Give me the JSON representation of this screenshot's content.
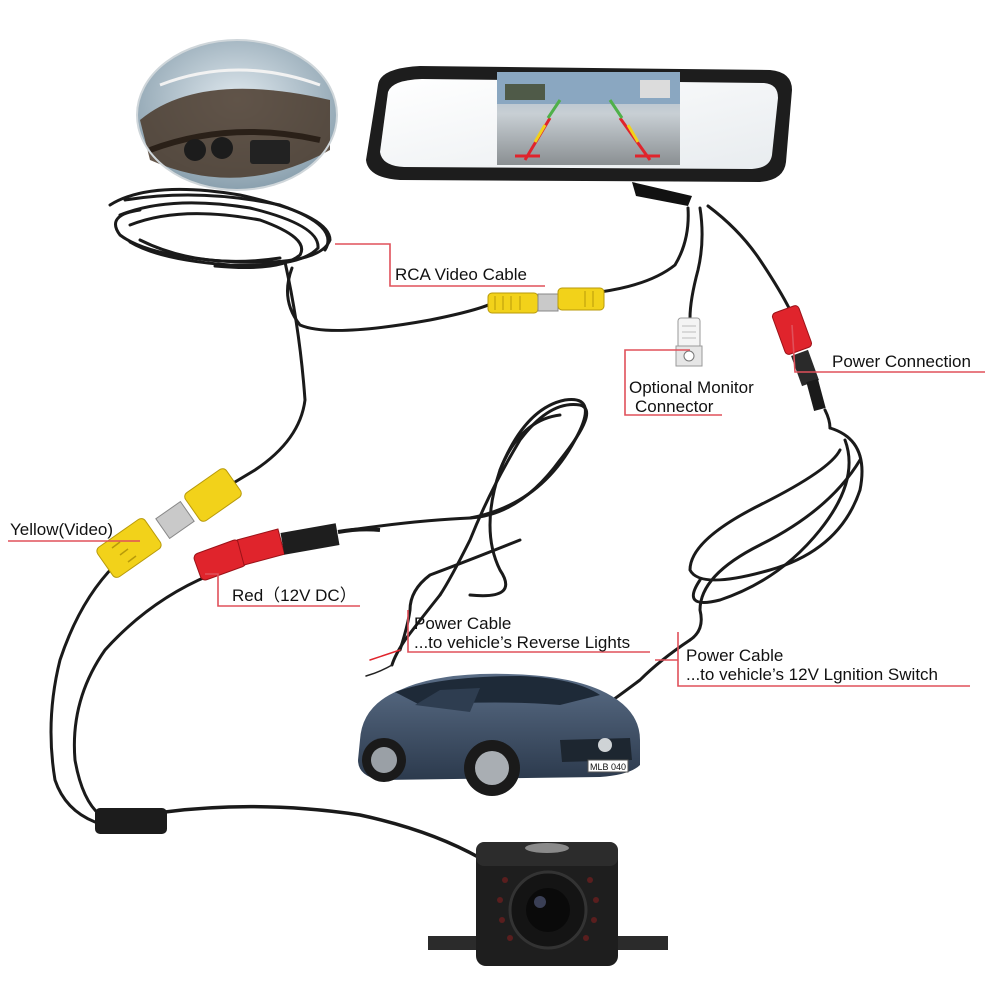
{
  "labels": {
    "rca_video_cable": "RCA Video Cable",
    "power_connection": "Power Connection",
    "optional_monitor_line1": "Optional Monitor",
    "optional_monitor_line2": "Connector",
    "yellow_video": "Yellow(Video)",
    "red_12v": "Red（12V DC）",
    "power_cable_reverse_line1": "Power Cable",
    "power_cable_reverse_line2": "...to vehicle’s Reverse Lights",
    "power_cable_ignition_line1": "Power Cable",
    "power_cable_ignition_line2": "...to vehicle’s 12V Lgnition Switch"
  },
  "license_plate": "MLB 040",
  "colors": {
    "leader_line": "#e0505a",
    "cable": "#1a1a1a",
    "rca_yellow": "#f2d21a",
    "rca_red": "#e0242c",
    "rca_white": "#f4f4f4",
    "car_body": "#3d4f66"
  },
  "icons": {
    "mirror_monitor": "mirror-monitor-icon",
    "dashboard_photo": "dashboard-photo-icon",
    "backup_camera": "backup-camera-icon",
    "car": "car-icon"
  }
}
